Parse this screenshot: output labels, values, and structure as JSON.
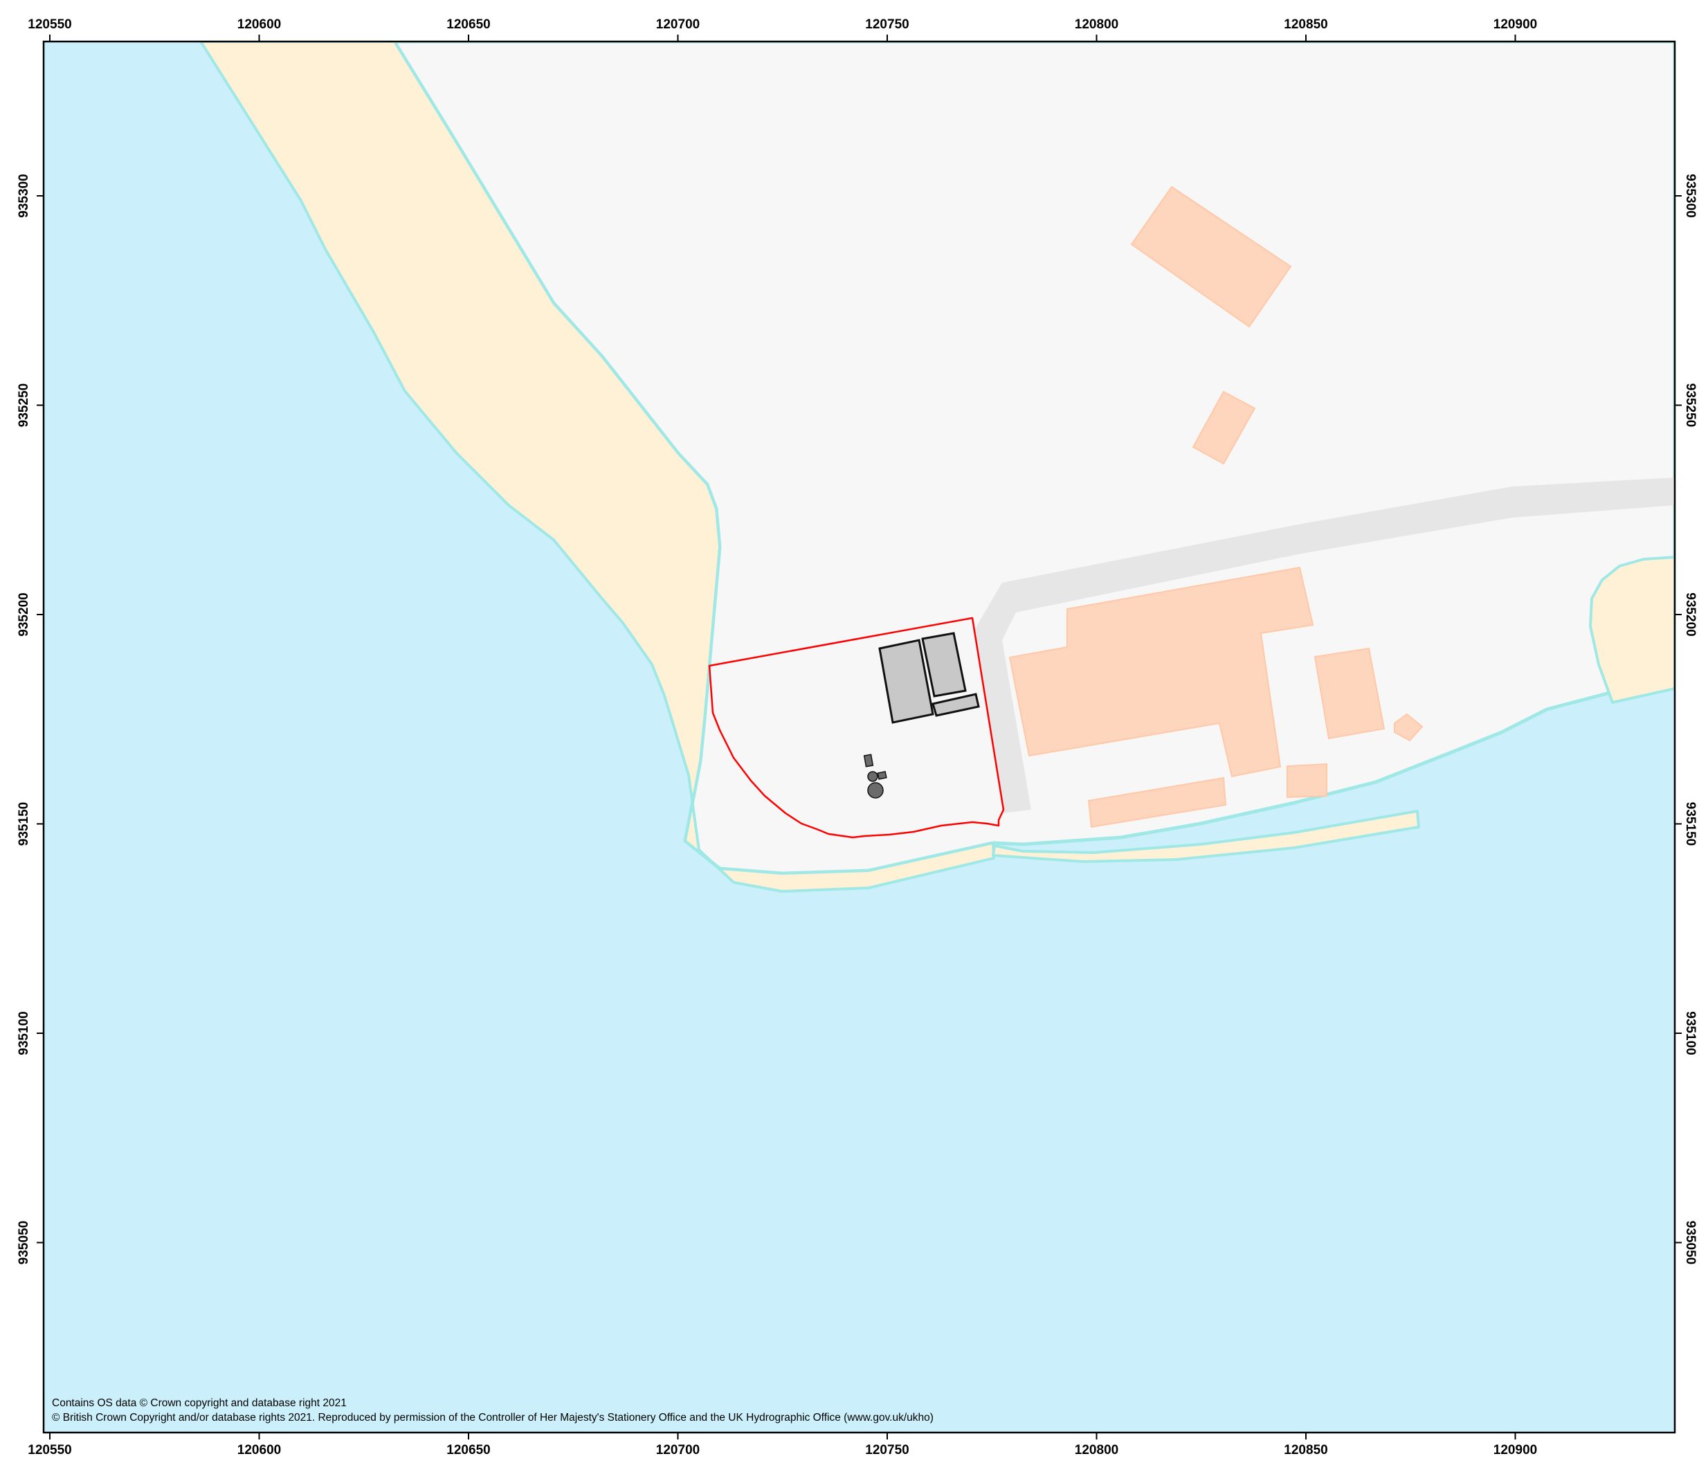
{
  "map": {
    "x_ticks": [
      "120550",
      "120600",
      "120650",
      "120700",
      "120750",
      "120800",
      "120850",
      "120900"
    ],
    "y_ticks": [
      "935300",
      "935250",
      "935200",
      "935150",
      "935100",
      "935050"
    ],
    "credits": {
      "line1": "Contains OS data © Crown copyright and database right 2021",
      "line2": "© British Crown Copyright and/or database rights 2021. Reproduced by permission of the Controller of Her Majesty's Stationery Office and the UK Hydrographic Office (www.gov.uk/ukho)"
    },
    "colors": {
      "sea": "#cbf0fb",
      "land": "#f7f7f7",
      "beach": "#fff1d6",
      "building": "#fed6bd",
      "road": "#e6e6e6",
      "site_boundary": "#ff0000",
      "site_structure": "#c8c8c8"
    }
  }
}
